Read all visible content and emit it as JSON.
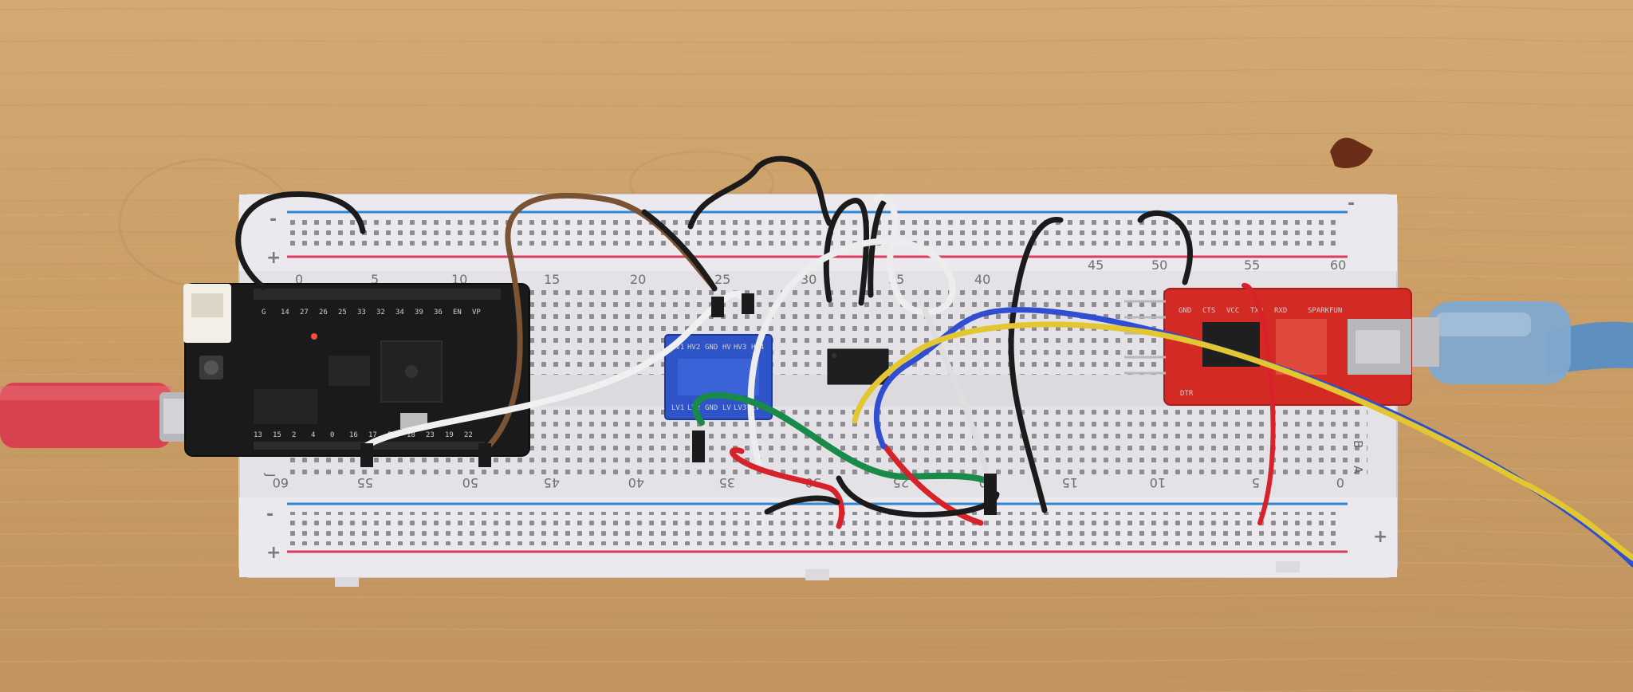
{
  "breadboard": {
    "top_numbers": [
      "0",
      "5",
      "10",
      "15",
      "20",
      "25",
      "30",
      "35",
      "40",
      "45",
      "50",
      "55",
      "60"
    ],
    "bottom_numbers": [
      "60",
      "55",
      "50",
      "45",
      "40",
      "35",
      "30",
      "25",
      "20",
      "15",
      "10",
      "5",
      "0"
    ],
    "row_letters_right": [
      "B",
      "A"
    ],
    "row_letters_left": [
      "J"
    ],
    "rail_signs": {
      "minus": "-",
      "plus": "+"
    }
  },
  "esp32_board": {
    "pin_labels_top": [
      "G",
      "14",
      "27",
      "26",
      "25",
      "33",
      "32",
      "34",
      "39",
      "36",
      "EN",
      "VP"
    ],
    "pin_labels_bottom": [
      "13",
      "15",
      "2",
      "4",
      "0",
      "16",
      "17",
      "5",
      "18",
      "23",
      "19",
      "22"
    ]
  },
  "level_shifter": {
    "labels_top": [
      "HV1",
      "HV2",
      "GND",
      "HV",
      "HV3",
      "HV4"
    ],
    "labels_bottom": [
      "LV1",
      "LV2",
      "GND",
      "LV",
      "LV3",
      "LV4"
    ]
  },
  "ftdi_board": {
    "labels": [
      "GND",
      "CTS",
      "VCC",
      "TXD",
      "RXD",
      "DTR",
      "SPARKFUN"
    ]
  },
  "colors": {
    "wood": "#c9a06a",
    "breadboard": "#e6e4e6",
    "rail_blue": "#2f86d6",
    "rail_red": "#d64060",
    "esp32_pcb": "#1a1a1a",
    "ftdi_pcb": "#d42a24",
    "usb_cable_red": "#d8414e",
    "usb_cable_blue": "#6b9cc8"
  }
}
